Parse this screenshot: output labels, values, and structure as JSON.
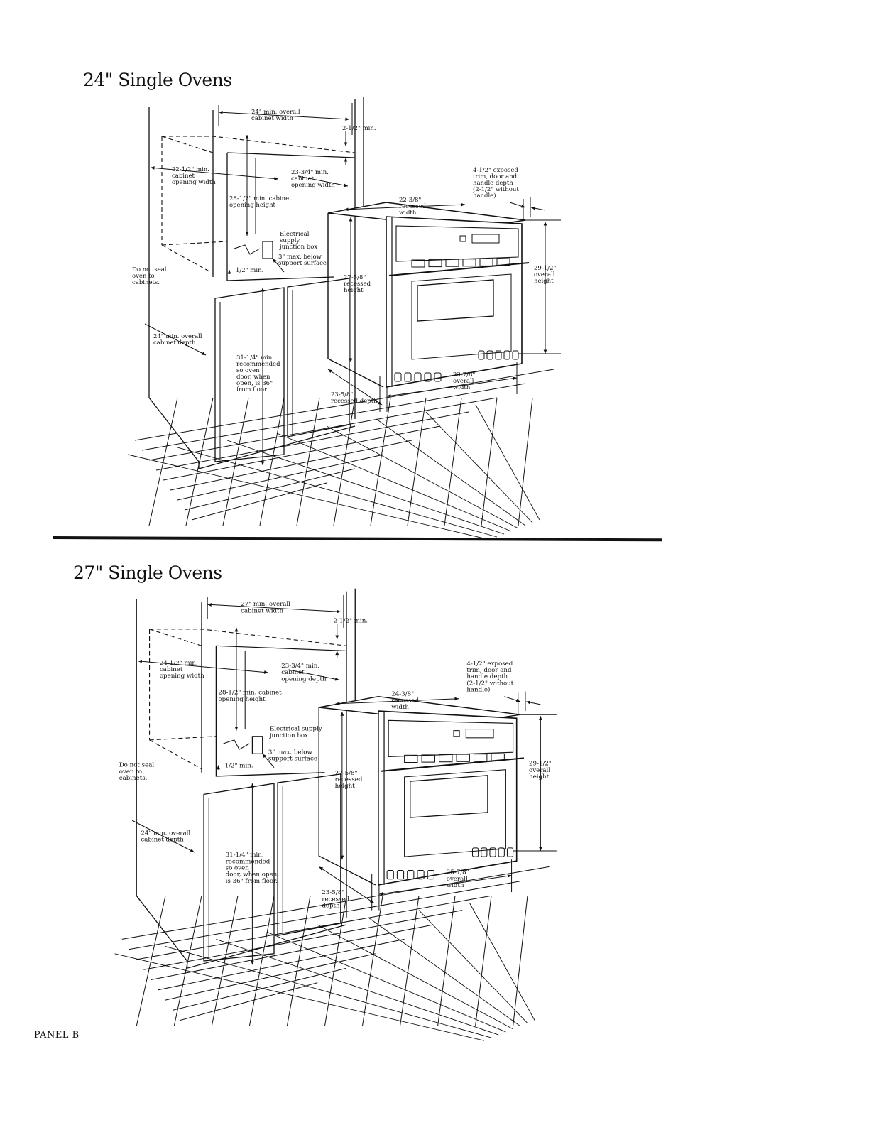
{
  "sections": [
    {
      "title": "24\" Single Ovens",
      "labels": {
        "min_overall_width": "24\" min. overall\ncabinet width",
        "top_clearance": "2-1/2\" min.",
        "opening_width": "22-1/2\" min.\ncabinet\nopening width",
        "opening_depth": "23-3/4\" min.\ncabinet\nopening width",
        "opening_height": "28-1/2\" min. cabinet\nopening height",
        "junction_box": "Electrical\nsupply\njunction box",
        "below_support": "3\" max. below\nsupport surface",
        "half_inch": "1/2\" min.",
        "do_not_seal": "Do not seal\noven to\ncabinets.",
        "overall_depth": "24\" min. overall\ncabinet depth",
        "recommended": "31-1/4\" min.\nrecommended\nso oven\ndoor, when\nopen, is 36\"\nfrom floor.",
        "recessed_width": "22-3/8\"\nrecessed\nwidth",
        "exposed_trim": "4-1/2\" exposed\ntrim, door and\nhandle depth\n(2-1/2\" without\nhandle)",
        "recessed_height": "27-5/8\"\nrecessed\nheight",
        "overall_height": "29-1/2\"\noverall\nheight",
        "overall_width": "23-7/8\"\noverall\nwidth",
        "recessed_depth": "23-5/8\"\nrecessed depth"
      }
    },
    {
      "title": "27\" Single Ovens",
      "labels": {
        "min_overall_width": "27\" min. overall\ncabinet width",
        "top_clearance": "2-1/2\" min.",
        "opening_width": "24-1/2\" min.\ncabinet\nopening width",
        "opening_depth": "23-3/4\" min.\ncabinet\nopening depth",
        "opening_height": "28-1/2\" min. cabinet\nopening height",
        "junction_box": "Electrical supply\njunction box",
        "below_support": "3\" max. below\nsupport surface",
        "half_inch": "1/2\" min.",
        "do_not_seal": "Do not seal\noven to\ncabinets.",
        "overall_depth": "24\" min. overall\ncabinet depth",
        "recommended": "31-1/4\" min.\nrecommended\nso oven\ndoor, when open,\nis 36\" from floor.",
        "recessed_width": "24-3/8\"\nrecessed\nwidth",
        "exposed_trim": "4-1/2\" exposed\ntrim, door and\nhandle depth\n(2-1/2\" without\nhandle)",
        "recessed_height": "27-5/8\"\nrecessed\nheight",
        "overall_height": "29-1/2\"\noverall\nheight",
        "overall_width": "25-7/8\"\noverall\nwidth",
        "recessed_depth": "23-5/8\"\nrecessed\ndepth"
      }
    }
  ],
  "footer": "PANEL B"
}
